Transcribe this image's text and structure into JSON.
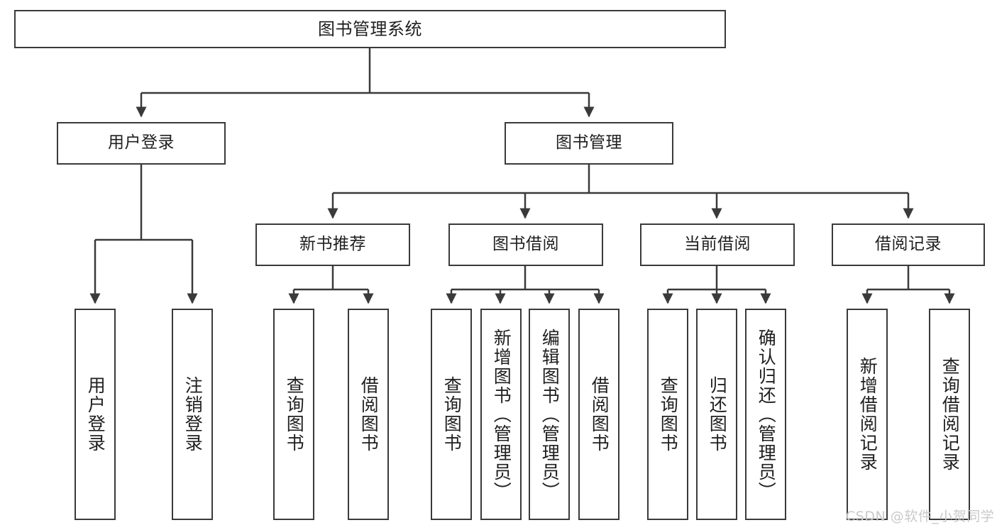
{
  "diagram": {
    "type": "tree",
    "title": "图书管理系统",
    "orientation": "top-down",
    "colors": {
      "box_border": "#3a3a3a",
      "box_fill": "#ffffff",
      "edge": "#3a3a3a",
      "text": "#1f1f1f",
      "watermark": "#c9c9c9",
      "background": "#ffffff"
    },
    "nodes": {
      "root": {
        "label": "图书管理系统",
        "level": 0
      },
      "l1": [
        {
          "id": "user_login",
          "label": "用户登录"
        },
        {
          "id": "book_manage",
          "label": "图书管理"
        }
      ],
      "l2": [
        {
          "id": "new_book_rec",
          "label": "新书推荐"
        },
        {
          "id": "book_borrow",
          "label": "图书借阅"
        },
        {
          "id": "current_borrow",
          "label": "当前借阅"
        },
        {
          "id": "borrow_record",
          "label": "借阅记录"
        }
      ],
      "leaves": {
        "user_login": [
          {
            "id": "leaf_user_login",
            "label": "用户登录"
          },
          {
            "id": "leaf_logout_login",
            "label": "注销登录"
          }
        ],
        "new_book_rec": [
          {
            "id": "leaf_query_book_1",
            "label": "查询图书"
          },
          {
            "id": "leaf_borrow_book_1",
            "label": "借阅图书"
          }
        ],
        "book_borrow": [
          {
            "id": "leaf_query_book_2",
            "label": "查询图书"
          },
          {
            "id": "leaf_add_book",
            "label": "新增图书（管理员）"
          },
          {
            "id": "leaf_edit_book",
            "label": "编辑图书（管理员）"
          },
          {
            "id": "leaf_borrow_book_2",
            "label": "借阅图书"
          }
        ],
        "current_borrow": [
          {
            "id": "leaf_query_book_3",
            "label": "查询图书"
          },
          {
            "id": "leaf_return_book",
            "label": "归还图书"
          },
          {
            "id": "leaf_confirm_return",
            "label": "确认归还（管理员）"
          }
        ],
        "borrow_record": [
          {
            "id": "leaf_add_record",
            "label": "新增借阅记录"
          },
          {
            "id": "leaf_query_record",
            "label": "查询借阅记录"
          }
        ]
      }
    }
  },
  "watermark": {
    "text": "CSDN @软件_小贺同学"
  }
}
